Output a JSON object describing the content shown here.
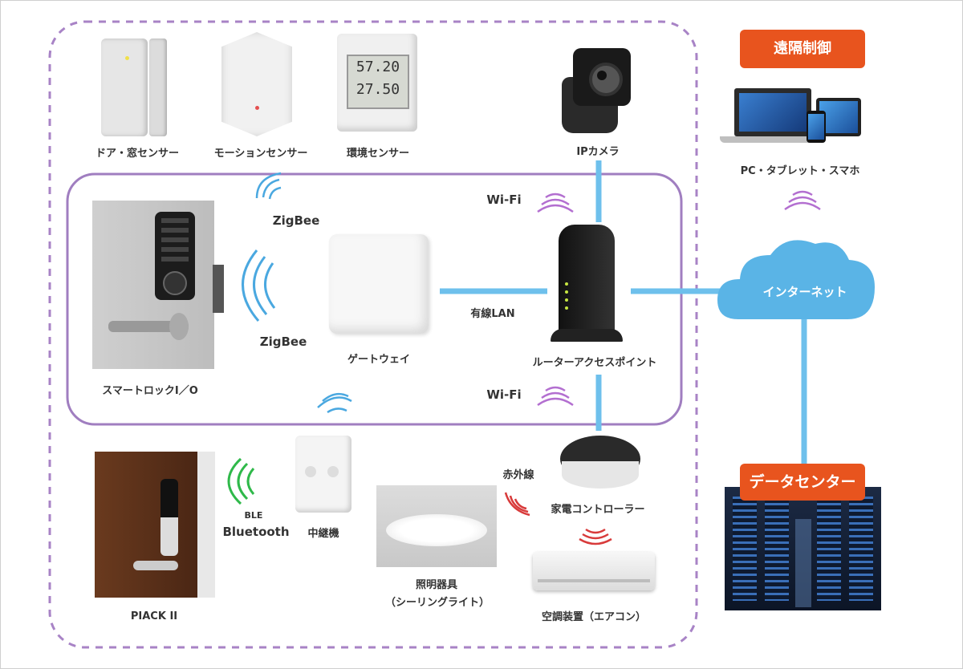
{
  "remote_control": "遠隔制御",
  "pc_tablet": "PC・タブレット・スマホ",
  "internet": "インターネット",
  "datacenter": "データセンター",
  "door_sensor": "ドア・窓センサー",
  "motion_sensor": "モーションセンサー",
  "env_sensor": "環境センサー",
  "ip_camera": "IPカメラ",
  "wifi_top": "Wi-Fi",
  "wifi_bottom": "Wi-Fi",
  "zigbee_top": "ZigBee",
  "zigbee_mid": "ZigBee",
  "gateway": "ゲートウェイ",
  "wired_lan": "有線LAN",
  "router": "ルーターアクセスポイント",
  "smartlock": "スマートロックI／O",
  "ble": "BLE",
  "bluetooth": "Bluetooth",
  "repeater": "中継機",
  "light_line1": "照明器具",
  "light_line2": "（シーリングライト）",
  "infrared": "赤外線",
  "home_controller": "家電コントローラー",
  "aircon": "空調装置（エアコン）",
  "piack": "PIACK II",
  "env_display_1": "57.20",
  "env_display_2": "27.50",
  "colors": {
    "orange": "#e8541e",
    "cloud_blue": "#5ab4e6",
    "dashed_purple": "#a883c6",
    "lan_line": "#6ec0ec"
  }
}
